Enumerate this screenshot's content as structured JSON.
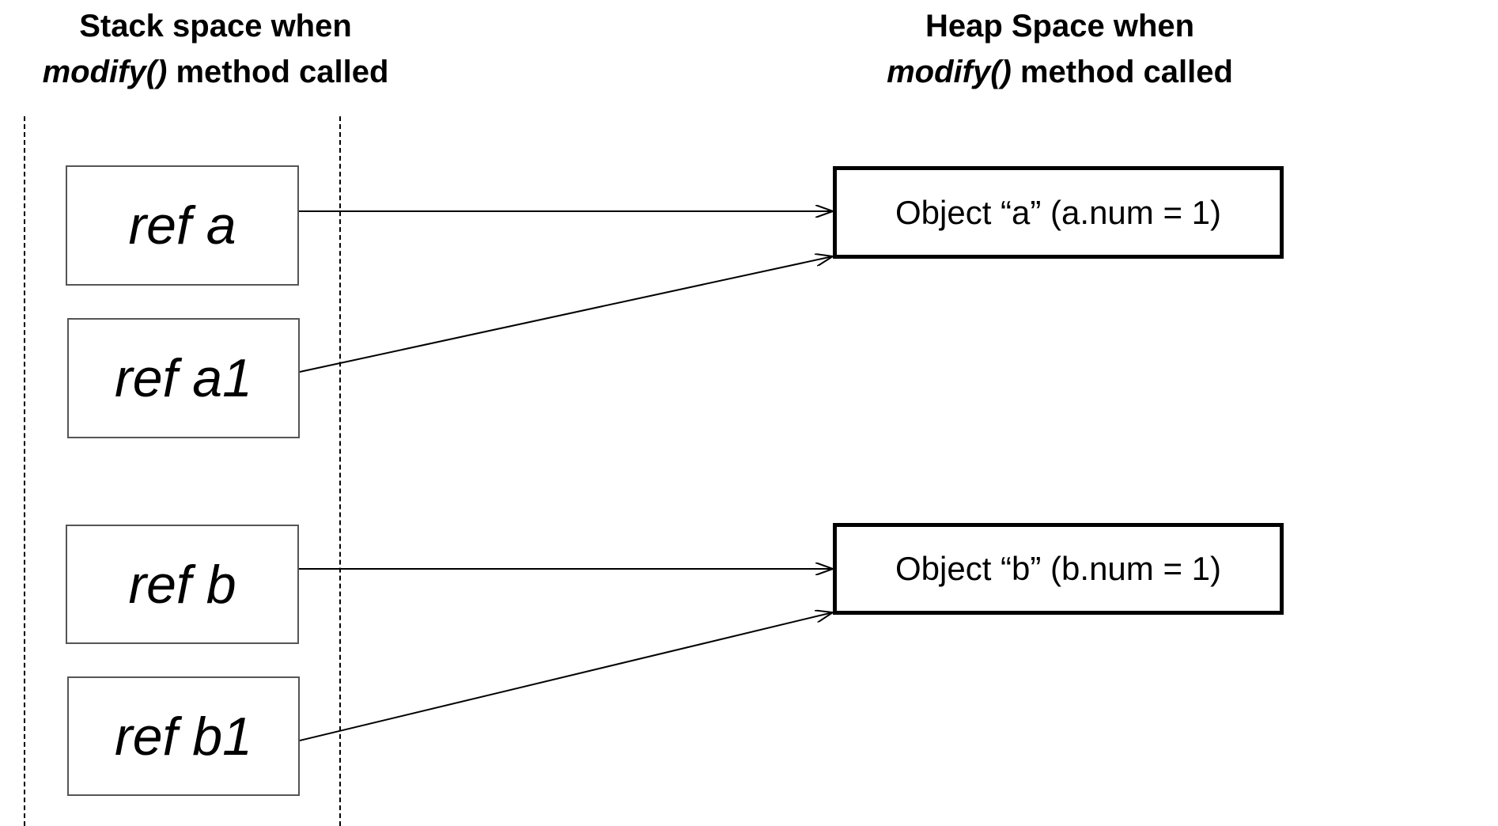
{
  "stack_heading": {
    "line1": "Stack space when",
    "method": "modify()",
    "rest": " method called"
  },
  "heap_heading": {
    "line1": "Heap Space when",
    "method": "modify()",
    "rest": " method called"
  },
  "stack_refs": [
    {
      "label": "ref a"
    },
    {
      "label": "ref a1"
    },
    {
      "label": "ref b"
    },
    {
      "label": "ref b1"
    }
  ],
  "heap_objects": [
    {
      "label": "Object “a” (a.num = 1)"
    },
    {
      "label": "Object “b” (b.num = 1)"
    }
  ],
  "references": [
    {
      "from": "ref a",
      "to": "Object “a” (a.num = 1)"
    },
    {
      "from": "ref a1",
      "to": "Object “a” (a.num = 1)"
    },
    {
      "from": "ref b",
      "to": "Object “b” (b.num = 1)"
    },
    {
      "from": "ref b1",
      "to": "Object “b” (b.num = 1)"
    }
  ]
}
